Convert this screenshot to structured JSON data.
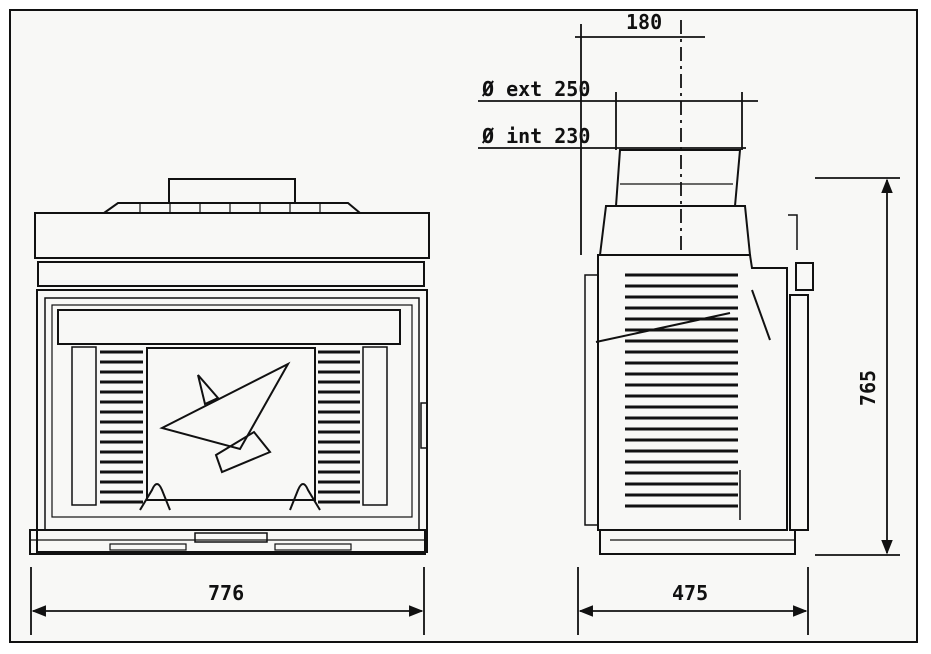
{
  "dimensions": {
    "front_width": "776",
    "side_depth": "475",
    "height": "765",
    "flue_offset": "180",
    "ext_diameter": "Ø ext 250",
    "int_diameter": "Ø int 230"
  }
}
